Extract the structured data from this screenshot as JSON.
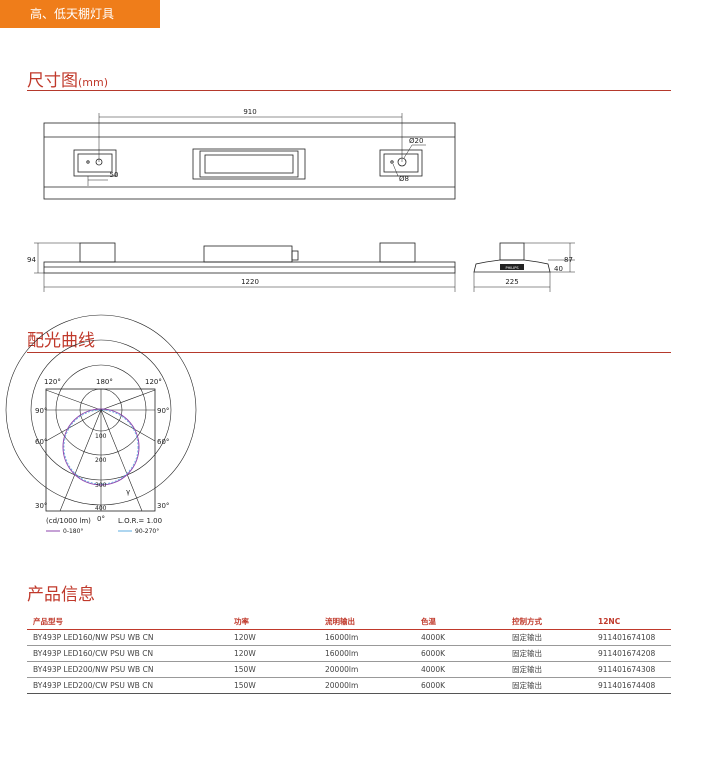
{
  "header_tag": "高、低天棚灯具",
  "sections": {
    "dimensions": {
      "title": "尺寸图",
      "unit": "(mm)"
    },
    "light_distribution": {
      "title": "配光曲线"
    },
    "product_info": {
      "title": "产品信息"
    }
  },
  "drawing_top": {
    "width_label": "910",
    "mount_label": "50",
    "hole_large": "Ø20",
    "hole_small": "Ø8"
  },
  "drawing_side": {
    "height_label": "94",
    "length_label": "1220"
  },
  "drawing_end": {
    "height_label": "87",
    "body_label": "40",
    "width_label": "225",
    "brand": "PHILIPS"
  },
  "polar": {
    "angle_labels": [
      "120°",
      "180°",
      "120°",
      "90°",
      "90°",
      "60°",
      "60°",
      "30°",
      "30°"
    ],
    "zero_label": "0°",
    "gamma_label": "γ",
    "ring_labels": [
      "100",
      "200",
      "300",
      "400"
    ],
    "unit_label": "(cd/1000 lm)",
    "lor_label": "L.O.R.= 1.00",
    "legend": [
      {
        "label": "0-180°",
        "color": "#8e44ad"
      },
      {
        "label": "90-270°",
        "color": "#5dade2"
      }
    ]
  },
  "table": {
    "headers": [
      "产品型号",
      "功率",
      "流明输出",
      "色温",
      "控制方式",
      "12NC"
    ],
    "rows": [
      [
        "BY493P LED160/NW PSU WB CN",
        "120W",
        "16000lm",
        "4000K",
        "固定输出",
        "911401674108"
      ],
      [
        "BY493P LED160/CW PSU WB CN",
        "120W",
        "16000lm",
        "6000K",
        "固定输出",
        "911401674208"
      ],
      [
        "BY493P LED200/NW PSU WB CN",
        "150W",
        "20000lm",
        "4000K",
        "固定输出",
        "911401674308"
      ],
      [
        "BY493P LED200/CW PSU WB CN",
        "150W",
        "20000lm",
        "6000K",
        "固定输出",
        "911401674408"
      ]
    ]
  },
  "colors": {
    "accent": "#ef7d1a",
    "title": "#c0392b"
  }
}
